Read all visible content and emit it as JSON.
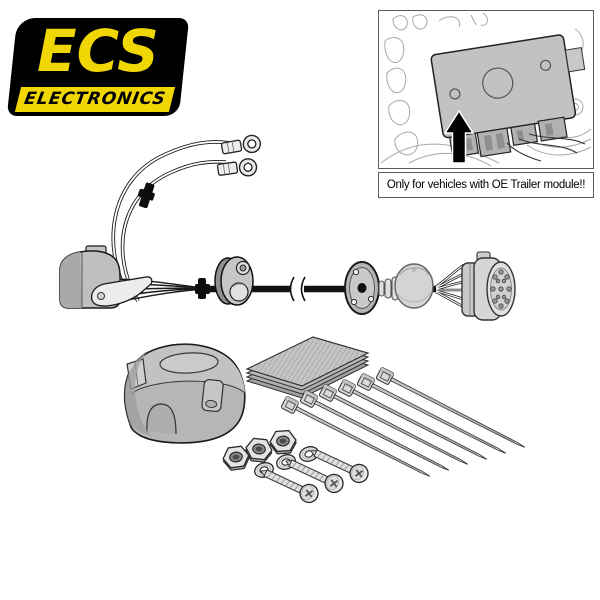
{
  "logo": {
    "brand": "ECS",
    "subtitle": "ELECTRONICS",
    "background_color": "#000000",
    "accent_color": "#f0d602"
  },
  "notice": {
    "text": "Only for vehicles with OE Trailer module!!"
  },
  "inset": {
    "illustration": "oe-trailer-module-under-vehicle",
    "arrow": "black-up-arrow-pointing-at-module"
  },
  "harness_parts": [
    "vehicle-connector-module",
    "ring-terminal-earth-wires",
    "wire-clip",
    "cable-tie-on-cable",
    "round-two-way-connector",
    "main-cable-with-break",
    "grommet-flange-plate",
    "rubber-grommet-with-boot",
    "thirteen-pin-socket-connector"
  ],
  "kit_parts": {
    "socket_housing_cover": 1,
    "adhesive_plates": 4,
    "cable_ties": 6,
    "hex_nuts": 3,
    "washers": 3,
    "bolts": 3
  },
  "colors": {
    "part_gray": "#c0c0c0",
    "outline": "#1a1a1a",
    "cable_black": "#111111"
  }
}
